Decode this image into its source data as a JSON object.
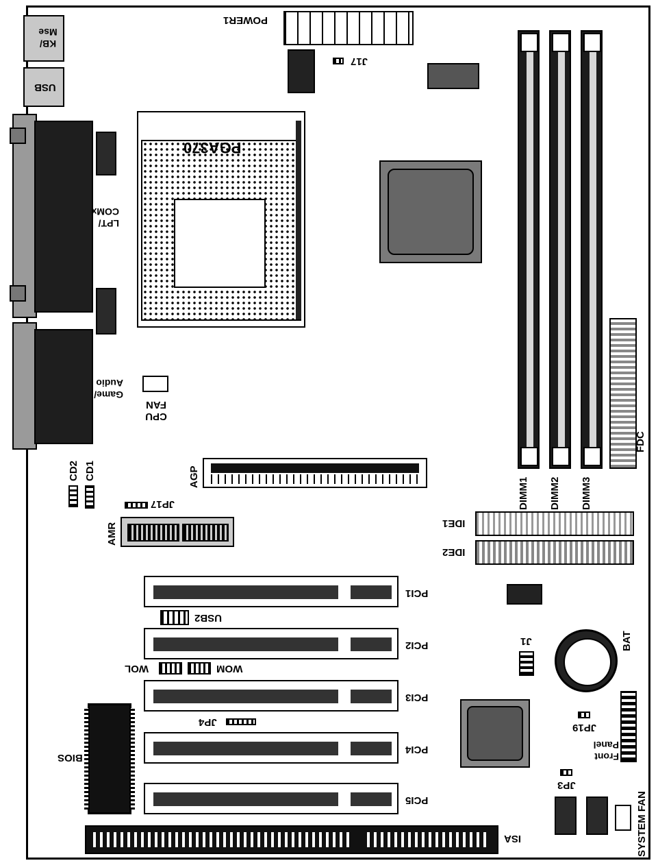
{
  "labels": {
    "kb_mse": "KB/ Mse",
    "usb": "USB",
    "power1": "POWER1",
    "j17": "J17",
    "socket": "PGA370",
    "lpt_com": "LPT/ COMx",
    "game_audio": "Game/ Audio",
    "cpu_fan": "CPU FAN",
    "cd2": "CD2",
    "cd1": "CD1",
    "agp": "AGP",
    "jp17": "JP17",
    "amr": "AMR",
    "dimm1": "DIMM1",
    "dimm2": "DIMM2",
    "dimm3": "DIMM3",
    "fdc": "FDC",
    "ide1": "IDE1",
    "ide2": "IDE2",
    "pci1": "PCI1",
    "usb2": "USB2",
    "pci2": "PCI2",
    "wol": "WOL",
    "wom": "WOM",
    "pci3": "PCI3",
    "jp4": "JP4",
    "pci4": "PCI4",
    "bios": "BIOS",
    "pci5": "PCI5",
    "isa": "ISA",
    "j1": "J1",
    "bat": "BAT",
    "jp19": "JP19",
    "front_panel": "Front Panel",
    "jp3": "JP3",
    "system_fan": "SYSTEM FAN"
  }
}
